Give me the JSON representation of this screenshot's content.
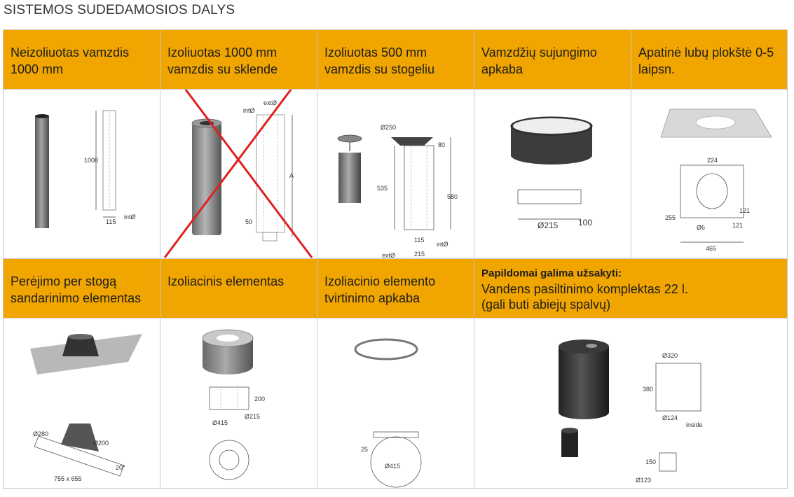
{
  "page_title": "SISTEMOS SUDEDAMOSIOS DALYS",
  "row1": [
    {
      "title": "Neizoliuotas vamzdis 1000 mm",
      "labels": {
        "height": "1000",
        "width": "115",
        "int": "intØ"
      }
    },
    {
      "title": "Izoliuotas 1000 mm vamzdis su sklende",
      "labels": {
        "int": "intØ",
        "ext": "extØ",
        "a": "A",
        "fifty": "50"
      }
    },
    {
      "title": "Izoliuotas 500 mm vamzdis su stogeliu",
      "labels": {
        "d250": "Ø250",
        "h80": "80",
        "h535": "535",
        "h580": "580",
        "w115": "115",
        "w215": "215",
        "int": "intØ",
        "ext": "extØ"
      }
    },
    {
      "title": "Vamzdžių sujungimo apkaba",
      "labels": {
        "d215": "Ø215",
        "h100": "100"
      }
    },
    {
      "title": "Apatinė lubų plokštė 0-5 laipsn.",
      "labels": {
        "w224": "224",
        "h255": "255",
        "d6": "Ø6",
        "w121a": "121",
        "w121b": "121",
        "w465": "465"
      }
    }
  ],
  "row2": [
    {
      "title": "Perėjimo per stogą sandarinimo elementas",
      "labels": {
        "d280": "Ø280",
        "d200": "Ø200",
        "size": "755 x 655",
        "angle": "20°"
      }
    },
    {
      "title": "Izoliacinis elementas",
      "labels": {
        "h200": "200",
        "d415": "Ø415",
        "d215": "Ø215"
      }
    },
    {
      "title": "Izoliacinio elemento tvirtinimo apkaba",
      "labels": {
        "h25": "25",
        "d415": "Ø415"
      }
    },
    {
      "title_bold": "Papildomai galima užsakyti:",
      "title_line1": "Vandens pasiltinimo komplektas 22 l.",
      "title_line2": "(gali buti abiejų spalvų)",
      "labels": {
        "d320": "Ø320",
        "h380": "380",
        "d124": "Ø124",
        "inside": "inside",
        "h150": "150",
        "d123": "Ø123"
      }
    }
  ],
  "colors": {
    "header_bg": "#F0A500",
    "cross": "#E02020",
    "grid": "#c8c8c8"
  }
}
